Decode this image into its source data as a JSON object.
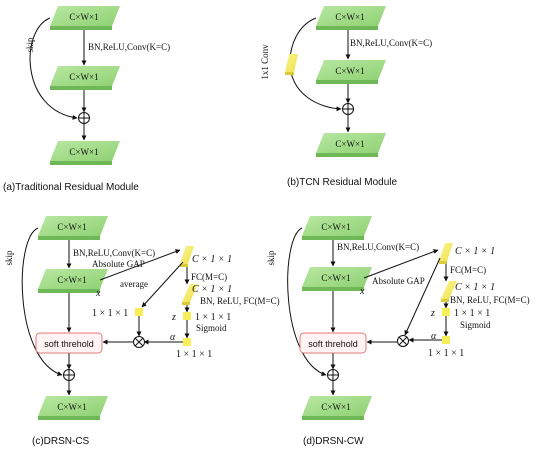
{
  "panels": {
    "a": {
      "caption": "(a)Traditional Residual Module",
      "block_top": "C×W×1",
      "block_mid": "C×W×1",
      "block_out": "C×W×1",
      "skip": "skip",
      "conv": "BN,ReLU,Conv(K=C)"
    },
    "b": {
      "caption": "(b)TCN Residual Module",
      "block_top": "C×W×1",
      "block_mid": "C×W×1",
      "block_out": "C×W×1",
      "side_conv": "1x1 Conv",
      "conv": "BN,ReLU,Conv(K=C)"
    },
    "c": {
      "caption": "(c)DRSN-CS",
      "block_top": "C×W×1",
      "block_mid": "C×W×1",
      "block_out": "C×W×1",
      "skip": "skip",
      "conv": "BN,ReLU,Conv(K=C)",
      "gap": "Absolute GAP",
      "x": "x",
      "average": "average",
      "c11_top": "C × 1 × 1",
      "fc1": "FC(M=C)",
      "c11_mid": "C × 1 × 1",
      "bn": "BN,  ReLU,  FC(M=C)",
      "z": "z",
      "z_dim": "1 × 1 × 1",
      "sigmoid": "Sigmoid",
      "alpha": "α",
      "alpha_dim": "1 × 1 × 1",
      "avg_dim": "1 × 1 × 1",
      "soft": "soft threhold"
    },
    "d": {
      "caption": "(d)DRSN-CW",
      "block_top": "C×W×1",
      "block_mid": "C×W×1",
      "block_out": "C×W×1",
      "skip": "skip",
      "conv": "BN,ReLU,Conv(K=C)",
      "gap": "Absolute GAP",
      "x": "x",
      "c11_top": "C × 1 × 1",
      "fc1": "FC(M=C)",
      "c11_mid": "C × 1 × 1",
      "bn": "BN,  ReLU,  FC(M=C)",
      "z": "z",
      "z_dim": "1 × 1 × 1",
      "sigmoid": "Sigmoid",
      "alpha": "α",
      "alpha_dim": "1 × 1 × 1",
      "soft": "soft threhold"
    }
  },
  "colors": {
    "block_top": "#a6e08e",
    "block_side": "#7cc566",
    "yellow": "#f7ee5a",
    "yellow_side": "#e3d640",
    "soft_border": "#e07a7a",
    "soft_fill": "#fff4f3"
  }
}
